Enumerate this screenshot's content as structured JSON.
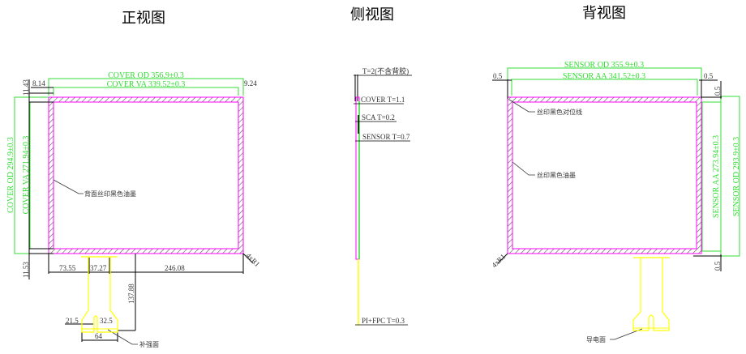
{
  "front": {
    "title": "正视图",
    "cover_od_w": "COVER OD 356.9±0.3",
    "cover_va_w": "COVER VA 339.52±0.3",
    "cover_od_h": "COVER OD 294.9±0.3",
    "cover_va_h": "COVER VA 271.94±0.3",
    "d_left": "8.14",
    "d_right": "9.24",
    "d_top": "11.43",
    "d_bottom": "11.53",
    "d_a": "73.55",
    "d_b": "37.27",
    "d_c": "246.08",
    "d_fpc_len": "137.88",
    "d_215": "21.5",
    "d_325": "32.5",
    "d_64": "64",
    "radius": "4xR1",
    "ink_label": "背面丝印黑色油墨",
    "stiffener_label": "补强面"
  },
  "side": {
    "title": "侧视图",
    "total": "T=2(不含背胶)",
    "cover": "COVER T=1.1",
    "sca": "SCA T=0.2",
    "sensor": "SENSOR T=0.7",
    "fpc": "PI+FPC T=0.3"
  },
  "back": {
    "title": "背视图",
    "sensor_od_w": "SENSOR OD 355.9±0.3",
    "sensor_aa_w": "SENSOR AA 341.52±0.3",
    "sensor_aa_h": "SENSOR AA 273.94±0.3",
    "sensor_od_h": "SENSOR OD 293.9±0.3",
    "d_l": "0.5",
    "d_r": "0.5",
    "d_t": "0.5",
    "d_b": "0.5",
    "radius": "4xR1",
    "align_label": "丝印黑色对位线",
    "ink_label": "丝印黑色油墨",
    "conductive_label": "导电面"
  },
  "colors": {
    "dim": "#33dd33",
    "outline": "#ff00ff",
    "fpc": "#ffff00"
  }
}
